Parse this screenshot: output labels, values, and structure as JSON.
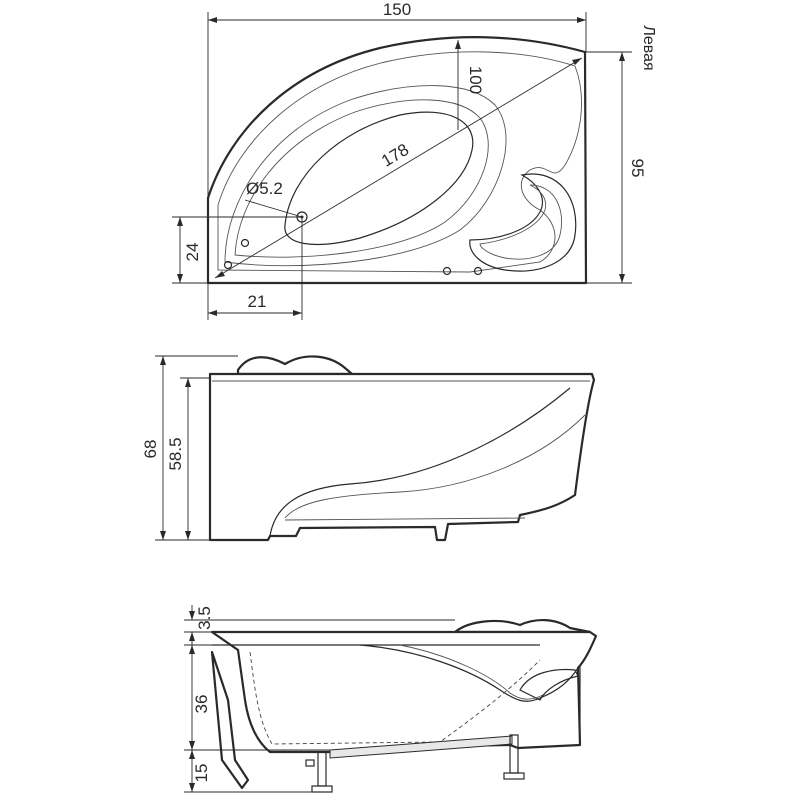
{
  "top_view": {
    "model_label": "Левая",
    "dims": {
      "length": "150",
      "width": "95",
      "inner_depth_dim": "100",
      "diagonal": "178",
      "drain": "Ø5.2",
      "drain_y": "24",
      "drain_x": "21"
    }
  },
  "side_view": {
    "dims": {
      "total_height": "68",
      "body_height": "58.5"
    }
  },
  "section_view": {
    "dims": {
      "rim": "3.5",
      "depth": "36",
      "legs": "15"
    }
  }
}
